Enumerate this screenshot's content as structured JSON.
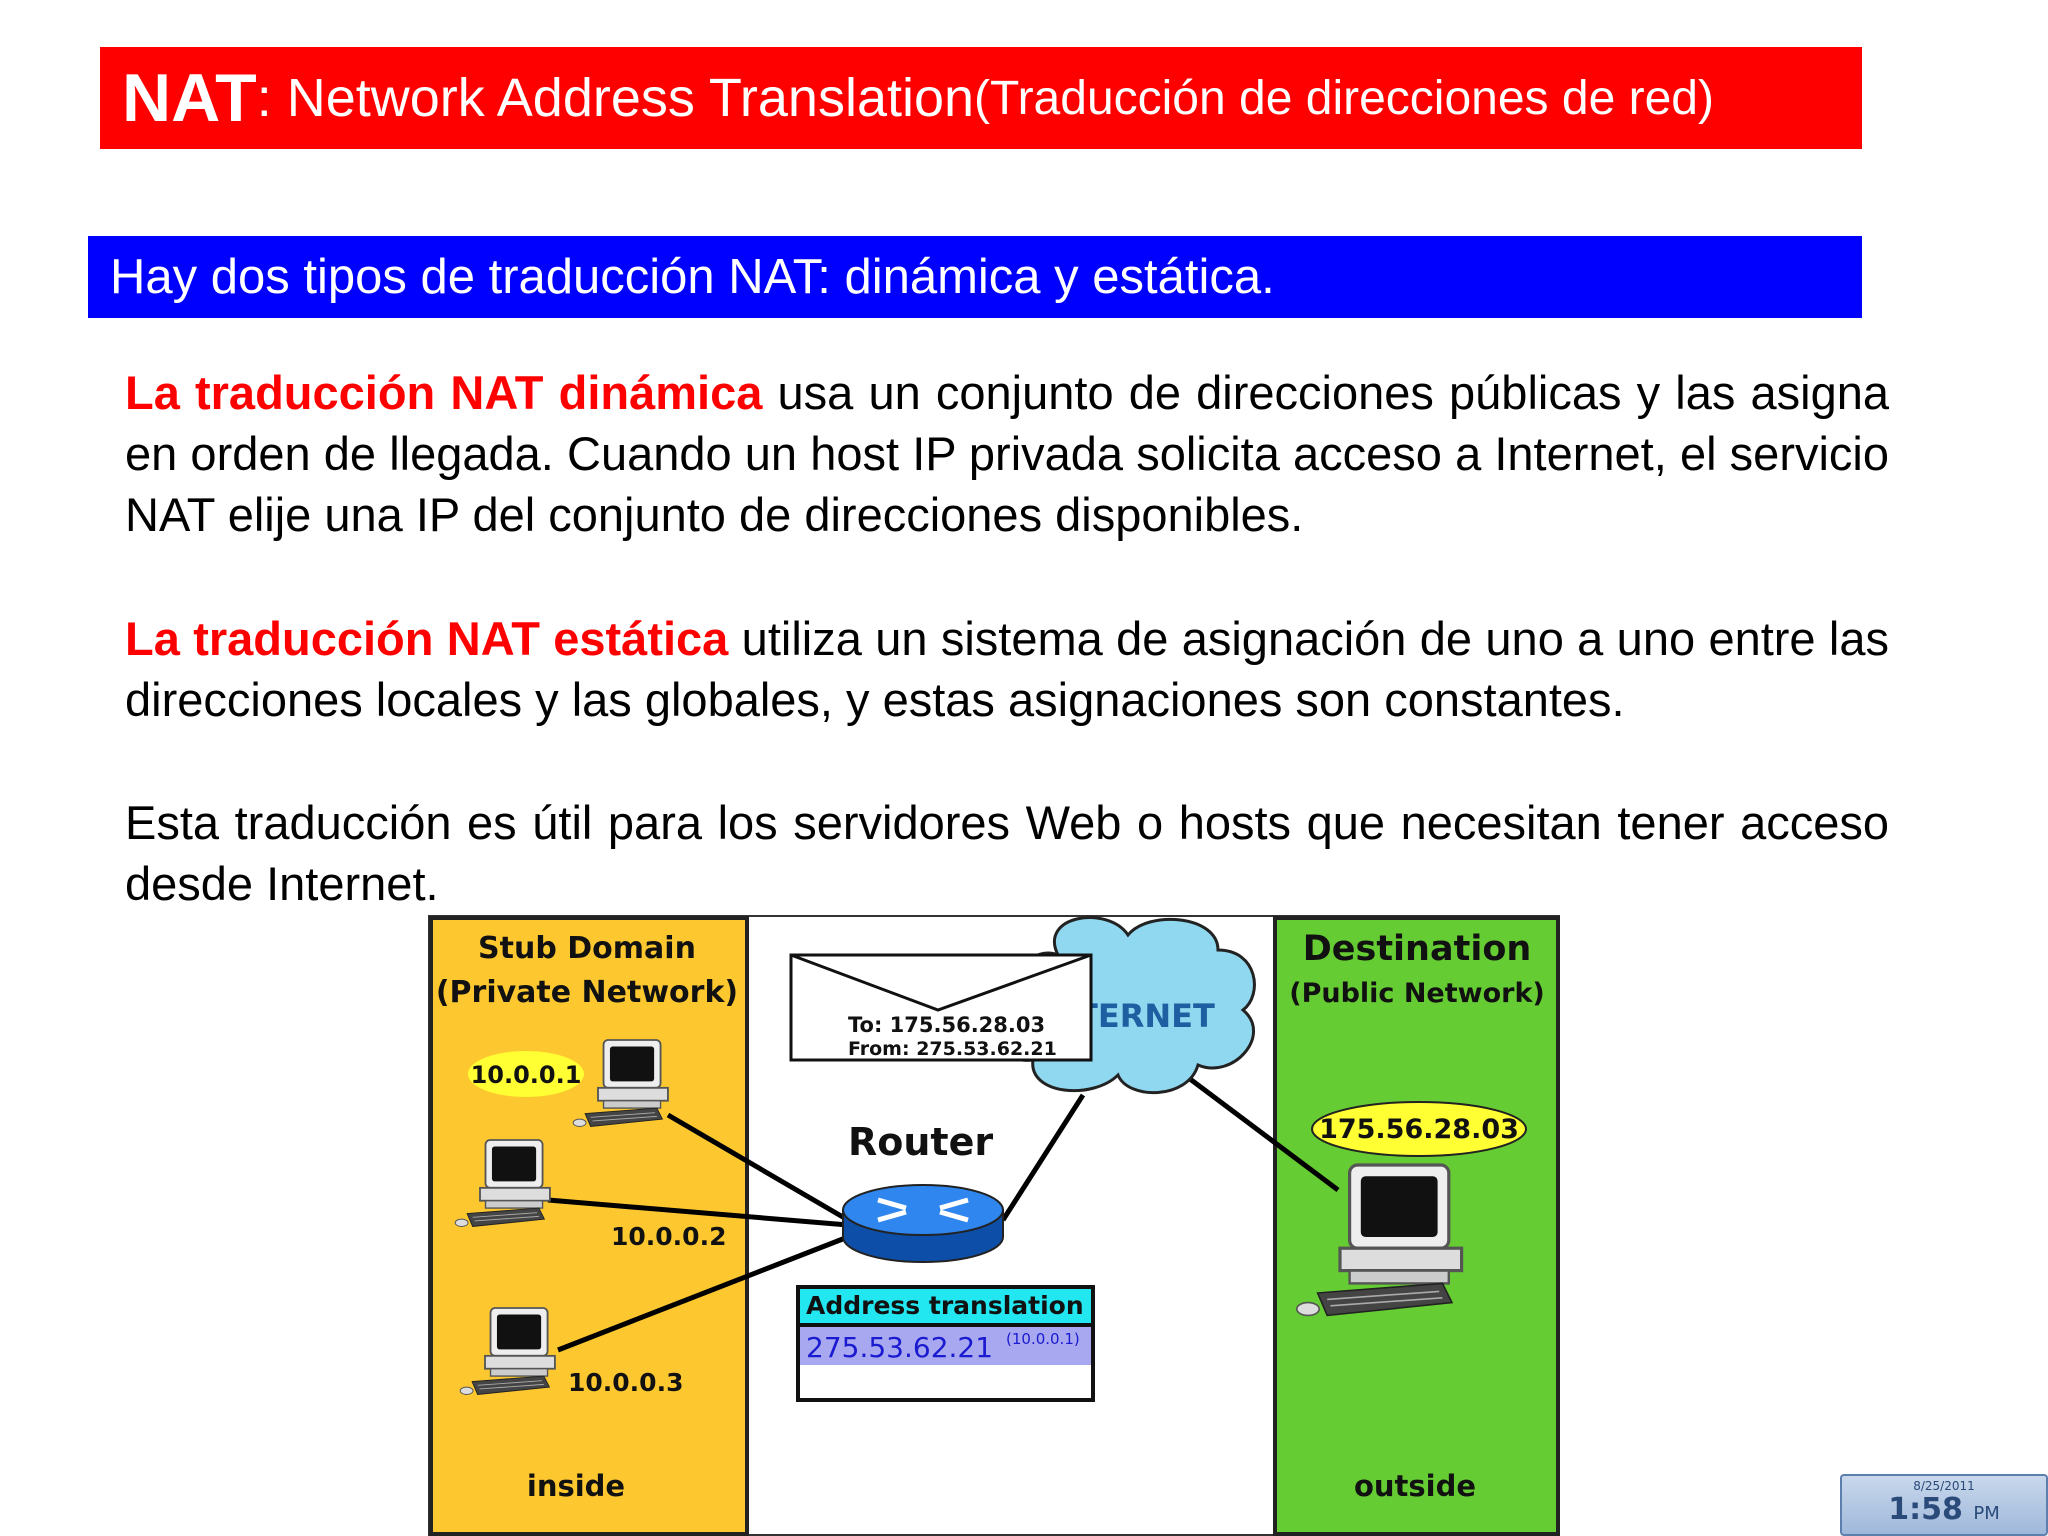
{
  "slide": {
    "title_bold": "NAT",
    "title_main": ": Network Address Translation ",
    "title_sub": "(Traducción de direcciones de red)",
    "subtitle": "Hay dos tipos de traducción NAT: dinámica y estática.",
    "para1_highlight": "La traducción NAT dinámica",
    "para1_text": " usa un conjunto de direcciones públicas y las asigna en orden de llegada. Cuando un host IP privada solicita acceso a Internet, el servicio NAT elije una IP del conjunto de direcciones disponibles.",
    "para2_highlight": "La traducción NAT estática",
    "para2_text": " utiliza un sistema de asignación de uno a uno entre las direcciones locales y las globales, y estas asignaciones son constantes.",
    "para3_text": "Esta traducción es útil para los servidores Web o hosts que necesitan tener acceso desde Internet."
  },
  "diagram": {
    "stub_title_1": "Stub Domain",
    "stub_title_2": "(Private Network)",
    "dest_title_1": "Destination",
    "dest_title_2": "(Public Network)",
    "host1_ip": "10.0.0.1",
    "host2_ip": "10.0.0.2",
    "host3_ip": "10.0.0.3",
    "dest_ip": "175.56.28.03",
    "internet_label": "TERNET",
    "envelope_to": "To: 175.56.28.03",
    "envelope_from": "From: 275.53.62.21",
    "router_label": "Router",
    "table_header": "Address translation",
    "table_value": "275.53.62.21",
    "table_note": "(10.0.0.1)",
    "inside_label": "inside",
    "outside_label": "outside",
    "colors": {
      "private_zone": "#fdc82f",
      "public_zone": "#66cc33",
      "cloud": "#8fd8f0",
      "router": "#1f6fd6",
      "table_header_bg": "#22e6f0",
      "table_row_bg": "#a8a8f0",
      "ip_bubble": "#ffff33"
    }
  },
  "clock": {
    "date": "8/25/2011",
    "time": "1:58",
    "ampm": "PM"
  },
  "colors": {
    "title_bg": "#ff0000",
    "subtitle_bg": "#0000ff",
    "highlight": "#ff0000"
  }
}
